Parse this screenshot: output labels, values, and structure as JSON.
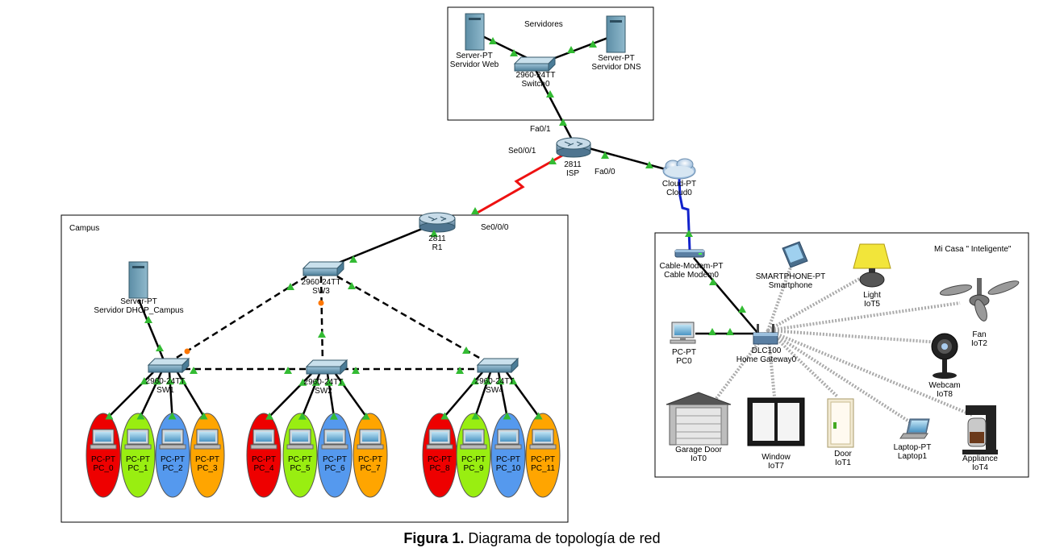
{
  "areas": {
    "servidores": "Servidores",
    "campus": "Campus",
    "casa": "Mi Casa \" Inteligente\""
  },
  "devices": {
    "server_web": [
      "Server-PT",
      "Servidor Web"
    ],
    "server_dns": [
      "Server-PT",
      "Servidor DNS"
    ],
    "switch0": [
      "2960-24TT",
      "Switch0"
    ],
    "isp": [
      "2811",
      "ISP"
    ],
    "cloud0": [
      "Cloud-PT",
      "Cloud0"
    ],
    "r1": [
      "2811",
      "R1"
    ],
    "sw3": [
      "2960-24TT",
      "SW3"
    ],
    "dhcp": [
      "Server-PT",
      "Servidor DHCP_Campus"
    ],
    "sw1": [
      "2960-24TT",
      "SW1"
    ],
    "sw2": [
      "2960-24TT",
      "SW2"
    ],
    "sw4": [
      "2960-24TT",
      "SW4"
    ],
    "modem": [
      "Cable-Modem-PT",
      "Cable Modem0"
    ],
    "smartphone": [
      "SMARTPHONE-PT",
      "Smartphone"
    ],
    "light": [
      "Light",
      "IoT5"
    ],
    "fan": [
      "Fan",
      "IoT2"
    ],
    "pc0": [
      "PC-PT",
      "PC0"
    ],
    "gateway": [
      "DLC100",
      "Home Gateway0"
    ],
    "webcam": [
      "Webcam",
      "IoT8"
    ],
    "garage": [
      "Garage Door",
      "IoT0"
    ],
    "window": [
      "Window",
      "IoT7"
    ],
    "door": [
      "Door",
      "IoT1"
    ],
    "laptop": [
      "Laptop-PT",
      "Laptop1"
    ],
    "appliance": [
      "Appliance",
      "IoT4"
    ]
  },
  "ports": {
    "isp_fa01": "Fa0/1",
    "isp_se001": "Se0/0/1",
    "isp_fa00": "Fa0/0",
    "r1_se000": "Se0/0/0"
  },
  "pcs": [
    {
      "type": "PC-PT",
      "name": "PC_0",
      "color": "#ee0000"
    },
    {
      "type": "PC-PT",
      "name": "PC_1",
      "color": "#99ee11"
    },
    {
      "type": "PC-PT",
      "name": "PC_2",
      "color": "#5599ee"
    },
    {
      "type": "PC-PT",
      "name": "PC_3",
      "color": "#ffa500"
    },
    {
      "type": "PC-PT",
      "name": "PC_4",
      "color": "#ee0000"
    },
    {
      "type": "PC-PT",
      "name": "PC_5",
      "color": "#99ee11"
    },
    {
      "type": "PC-PT",
      "name": "PC_6",
      "color": "#5599ee"
    },
    {
      "type": "PC-PT",
      "name": "PC_7",
      "color": "#ffa500"
    },
    {
      "type": "PC-PT",
      "name": "PC_8",
      "color": "#ee0000"
    },
    {
      "type": "PC-PT",
      "name": "PC_9",
      "color": "#99ee11"
    },
    {
      "type": "PC-PT",
      "name": "PC_10",
      "color": "#5599ee"
    },
    {
      "type": "PC-PT",
      "name": "PC_11",
      "color": "#ffa500"
    }
  ],
  "caption": {
    "bold": "Figura 1.",
    "text": " Diagrama de topología de red"
  },
  "colors": {
    "serial_link": "#ee1111",
    "coax_link": "#1122cc",
    "port_up": "#33bb33",
    "port_blocked": "#ff7700",
    "wireless": "#aaaaaa"
  }
}
